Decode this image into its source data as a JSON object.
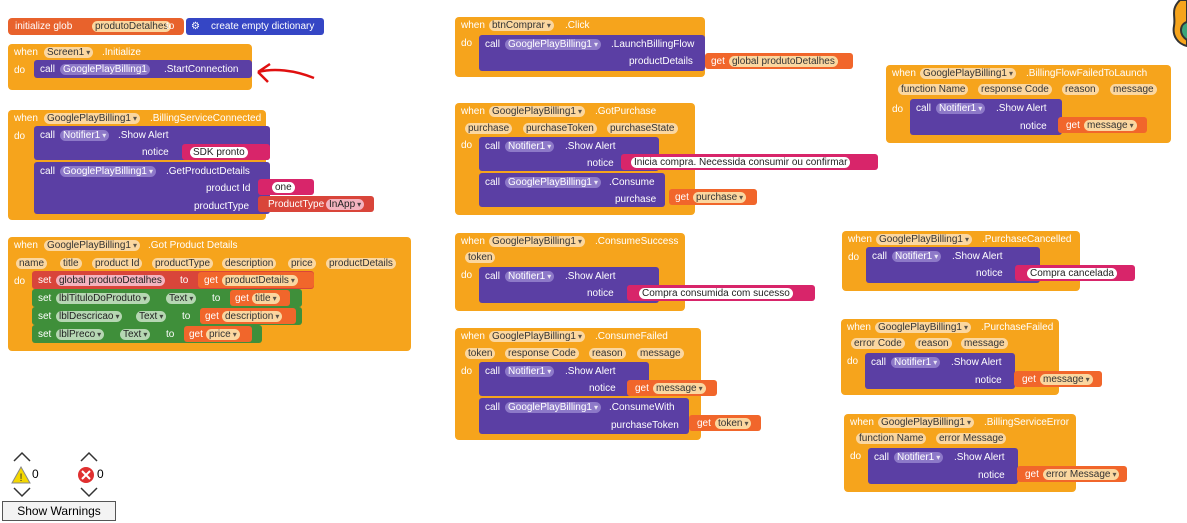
{
  "init_block": {
    "initialize": "initialize glob",
    "name": "produtoDetalhes",
    "to": "to",
    "create": "create empty dictionary"
  },
  "screen_init": {
    "when": "when",
    "component": "Screen1",
    "event": ".Initialize",
    "do": "do",
    "call": "call",
    "target": "GooglePlayBilling1",
    "method": ".StartConnection"
  },
  "billing_connected": {
    "when": "when",
    "component": "GooglePlayBilling1",
    "event": ".BillingServiceConnected",
    "notifier": "Notifier1",
    "show_alert": ".Show Alert",
    "notice": "notice",
    "sdk": "SDK pronto",
    "gpb": "GooglePlayBilling1",
    "get_details": ".GetProductDetails",
    "product_id": "product Id",
    "one": "one",
    "product_type": "productType",
    "pt_label": "ProductType",
    "inapp": "InApp"
  },
  "got_details": {
    "when": "when",
    "component": "GooglePlayBilling1",
    "event": ".Got Product Details",
    "params": [
      "name",
      "title",
      "product Id",
      "productType",
      "description",
      "price",
      "productDetails"
    ],
    "set": "set",
    "global_var": "global produtoDetalhes",
    "to": "to",
    "get": "get",
    "product_details": "productDetails",
    "lbl_titulo": "lblTituloDoProduto",
    "lbl_desc": "lblDescricao",
    "lbl_preco": "lblPreco",
    "text": "Text",
    "title": "title",
    "description": "description",
    "price": "price"
  },
  "btn_click": {
    "when": "when",
    "component": "btnComprar",
    "event": ".Click",
    "do": "do",
    "call": "call",
    "target": "GooglePlayBilling1",
    "method": ".LaunchBillingFlow",
    "product_details": "productDetails",
    "get": "get",
    "global_var": "global produtoDetalhes"
  },
  "got_purchase": {
    "when": "when",
    "component": "GooglePlayBilling1",
    "event": ".GotPurchase",
    "params": [
      "purchase",
      "purchaseToken",
      "purchaseState"
    ],
    "notifier": "Notifier1",
    "show_alert": ".Show Alert",
    "notice": "notice",
    "msg": "Inicia compra. Necessida consumir ou confirmar",
    "gpb": "GooglePlayBilling1",
    "consume": ".Consume",
    "purchase": "purchase",
    "get": "get"
  },
  "consume_success": {
    "when": "when",
    "component": "GooglePlayBilling1",
    "event": ".ConsumeSuccess",
    "params": [
      "token"
    ],
    "notifier": "Notifier1",
    "show_alert": ".Show Alert",
    "notice": "notice",
    "msg": "Compra consumida com sucesso"
  },
  "consume_failed": {
    "when": "when",
    "component": "GooglePlayBilling1",
    "event": ".ConsumeFailed",
    "params": [
      "token",
      "response Code",
      "reason",
      "message"
    ],
    "notifier": "Notifier1",
    "show_alert": ".Show Alert",
    "notice": "notice",
    "get": "get",
    "message": "message",
    "gpb": "GooglePlayBilling1",
    "consume_with": ".ConsumeWith",
    "purchase_token": "purchaseToken",
    "token": "token"
  },
  "flow_failed": {
    "when": "when",
    "component": "GooglePlayBilling1",
    "event": ".BillingFlowFailedToLaunch",
    "params": [
      "function Name",
      "response Code",
      "reason",
      "message"
    ],
    "notifier": "Notifier1",
    "show_alert": ".Show Alert",
    "notice": "notice",
    "get": "get",
    "message": "message"
  },
  "purchase_cancelled": {
    "when": "when",
    "component": "GooglePlayBilling1",
    "event": ".PurchaseCancelled",
    "notifier": "Notifier1",
    "show_alert": ".Show Alert",
    "notice": "notice",
    "msg": "Compra cancelada"
  },
  "purchase_failed": {
    "when": "when",
    "component": "GooglePlayBilling1",
    "event": ".PurchaseFailed",
    "params": [
      "error Code",
      "reason",
      "message"
    ],
    "notifier": "Notifier1",
    "show_alert": ".Show Alert",
    "notice": "notice",
    "get": "get",
    "message": "message"
  },
  "service_error": {
    "when": "when",
    "component": "GooglePlayBilling1",
    "event": ".BillingServiceError",
    "params": [
      "function Name",
      "error Message"
    ],
    "notifier": "Notifier1",
    "show_alert": ".Show Alert",
    "notice": "notice",
    "get": "get",
    "error_message": "error Message"
  },
  "warnings": {
    "warn_count": "0",
    "error_count": "0",
    "show_warnings": "Show Warnings"
  },
  "colors": {
    "event": "#f6a41c",
    "call": "#5b3fa4",
    "set": "#3f8f3a",
    "get": "#f1662b",
    "text": "#d8256a",
    "arrow": "#e01010"
  }
}
